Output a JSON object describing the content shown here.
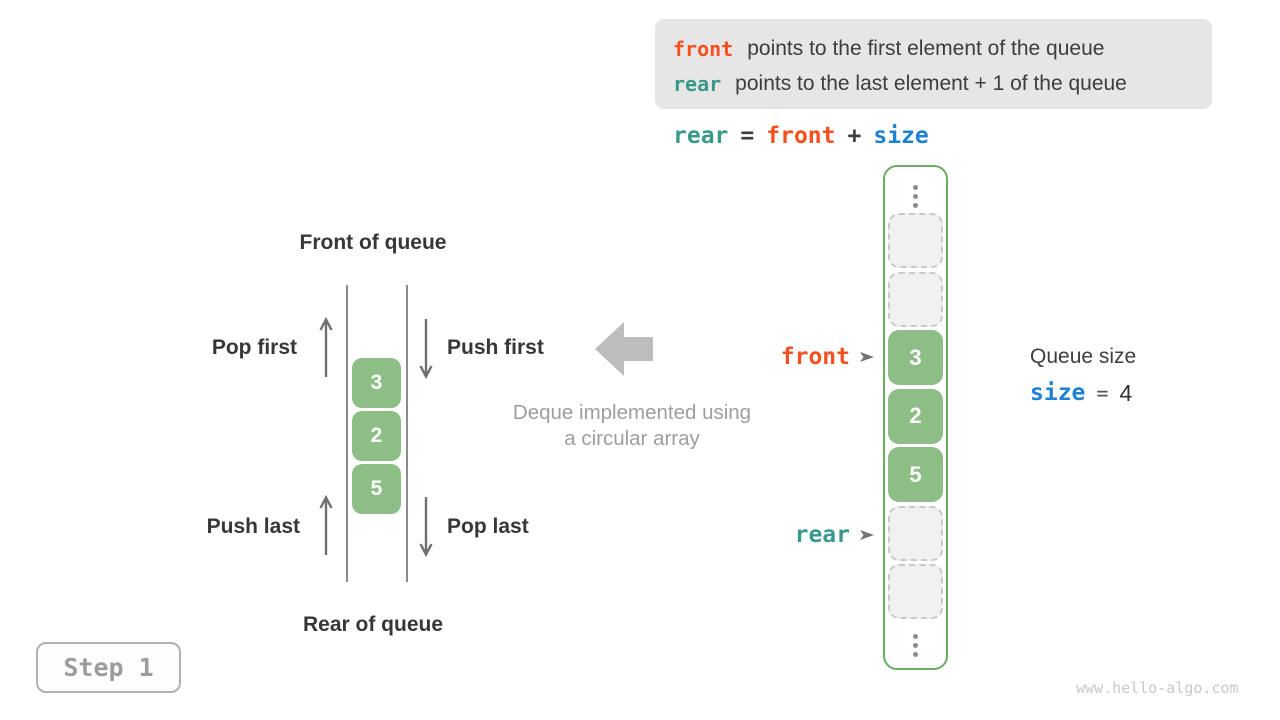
{
  "info_box": {
    "lines": [
      {
        "keyword": "front",
        "text": "points to the first element of the queue"
      },
      {
        "keyword": "rear",
        "text": "points to the last element + 1 of the queue"
      }
    ]
  },
  "formula": {
    "tokens": [
      {
        "text": "rear"
      },
      {
        "text": "="
      },
      {
        "text": "front"
      },
      {
        "text": "+"
      },
      {
        "text": "size"
      }
    ]
  },
  "left_diagram": {
    "front_label": "Front of queue",
    "rear_label": "Rear of queue",
    "pop_first": "Pop first",
    "push_first": "Push first",
    "push_last": "Push last",
    "pop_last": "Pop last",
    "values": [
      "3",
      "2",
      "5"
    ]
  },
  "caption": {
    "line1": "Deque implemented using",
    "line2": "a circular array"
  },
  "array_panel": {
    "front_pointer": "front",
    "rear_pointer": "rear",
    "slots": [
      {
        "type": "empty"
      },
      {
        "type": "empty"
      },
      {
        "type": "filled",
        "value": "3"
      },
      {
        "type": "filled",
        "value": "2"
      },
      {
        "type": "filled",
        "value": "5"
      },
      {
        "type": "empty"
      },
      {
        "type": "empty"
      }
    ]
  },
  "queue_size": {
    "title": "Queue size",
    "variable": "size",
    "equals": "=",
    "value": "4"
  },
  "step_badge": "Step 1",
  "watermark": "www.hello-algo.com",
  "colors": {
    "front_accent": "#f4511e",
    "rear_accent": "#3a988b",
    "size_accent": "#1e82d2",
    "cell_green": "#8cbe86",
    "panel_border_green": "#6bad62",
    "info_box_bg": "#e6e6e6",
    "caption_gray": "#9e9e9e"
  }
}
